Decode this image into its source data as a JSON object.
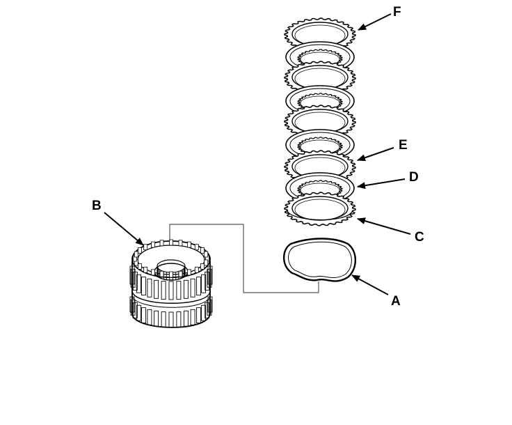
{
  "labels": {
    "A": "A",
    "B": "B",
    "C": "C",
    "D": "D",
    "E": "E",
    "F": "F"
  },
  "colors": {
    "ink": "#000000",
    "leader": "#555555",
    "background": "#ffffff"
  }
}
